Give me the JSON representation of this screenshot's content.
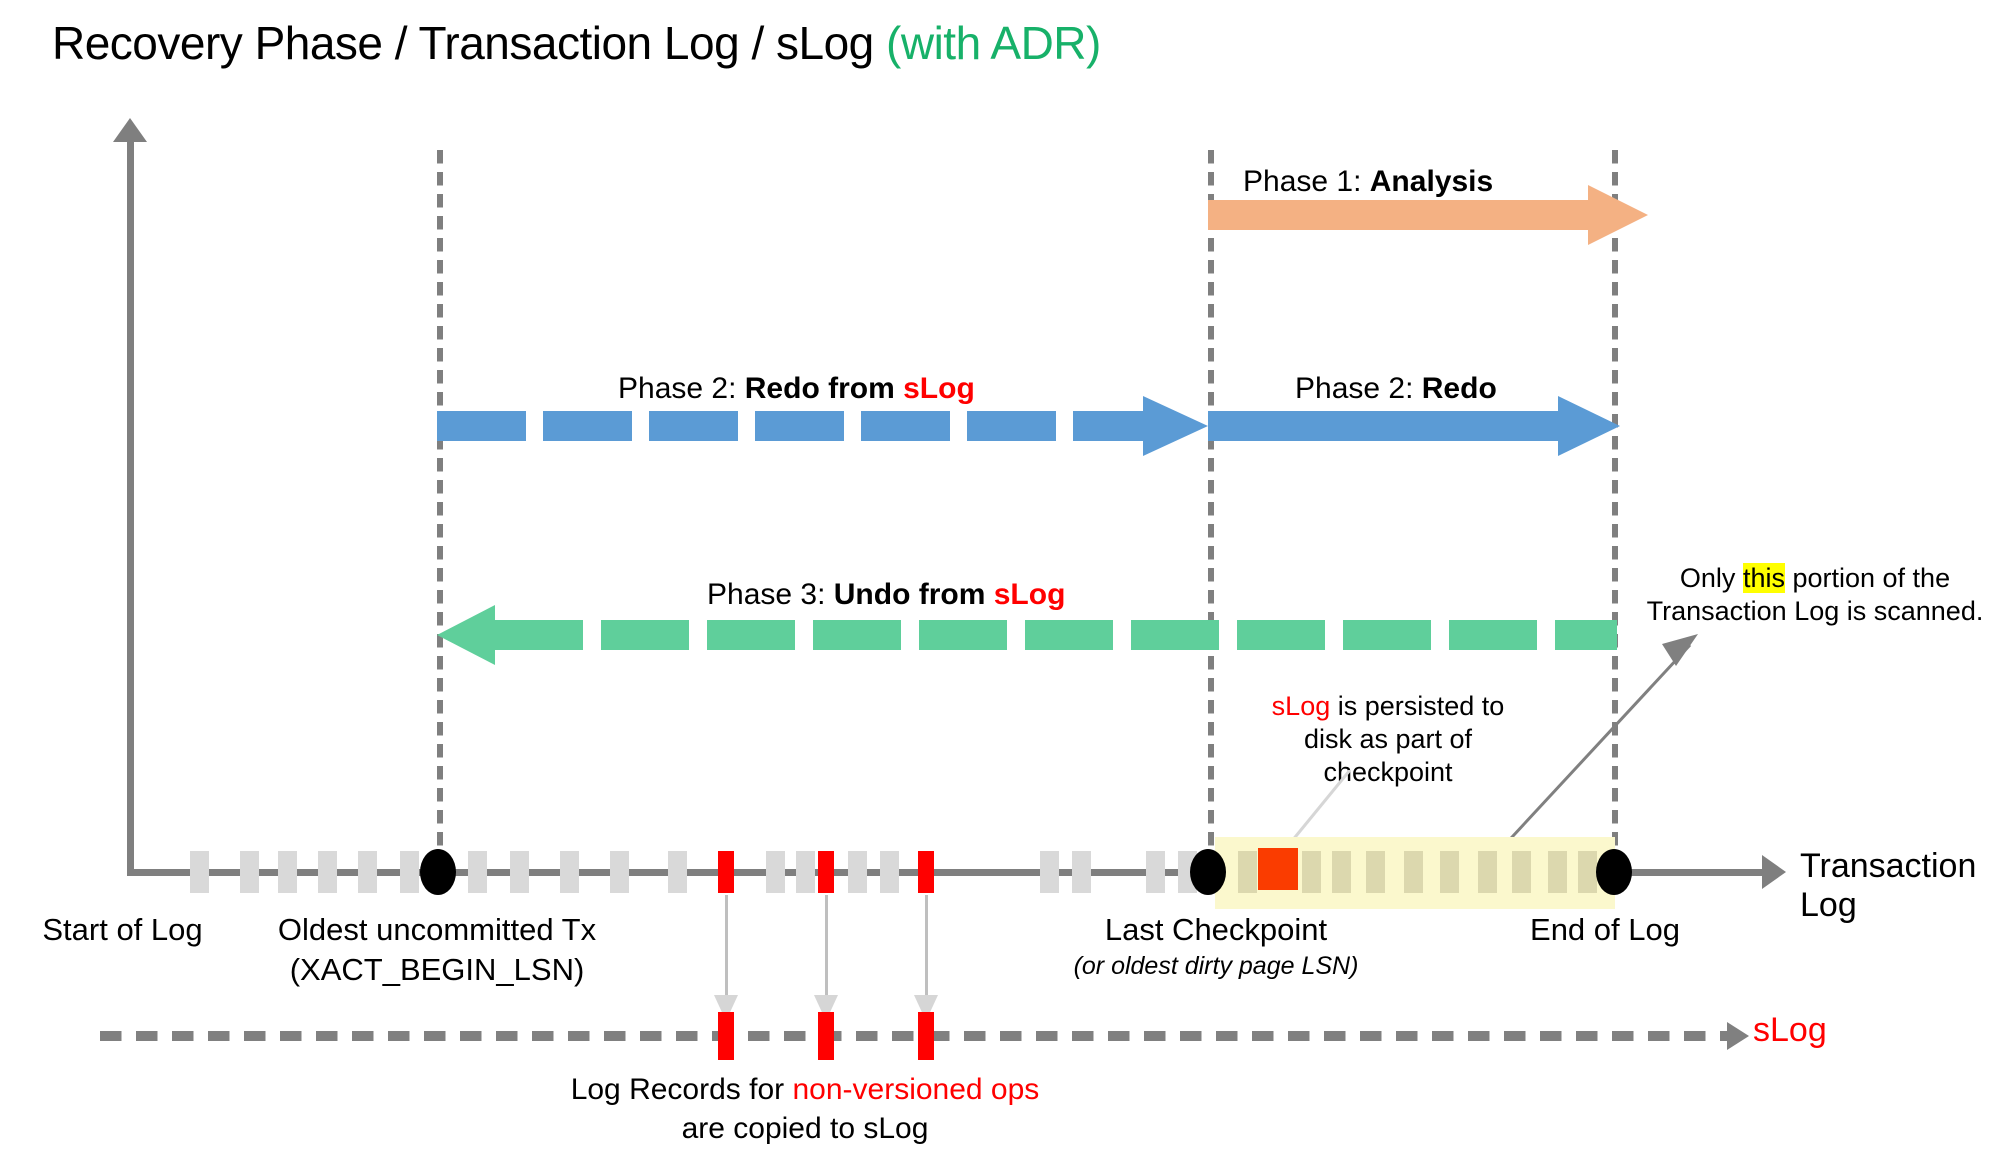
{
  "title": {
    "main": "Recovery Phase / Transaction Log / sLog ",
    "suffix": "(with ADR)",
    "suffix_color": "#17b169"
  },
  "phases": [
    {
      "id": "analysis",
      "prefix": "Phase 1: ",
      "name": "Analysis",
      "color": "#f4b183",
      "style": "solid",
      "direction": "right",
      "from": "Last Checkpoint",
      "to": "End of Log"
    },
    {
      "id": "redo-from-slog",
      "prefix": "Phase 2: ",
      "name": "Redo from ",
      "name_accent": "sLog",
      "color": "#5b9bd5",
      "style": "dashed",
      "direction": "right",
      "from": "Oldest uncommitted Tx",
      "to": "Last Checkpoint"
    },
    {
      "id": "redo",
      "prefix": "Phase 2: ",
      "name": "Redo",
      "color": "#5b9bd5",
      "style": "solid",
      "direction": "right",
      "from": "Last Checkpoint",
      "to": "End of Log"
    },
    {
      "id": "undo-from-slog",
      "prefix": "Phase 3: ",
      "name": "Undo from ",
      "name_accent": "sLog",
      "color": "#5fcf9b",
      "style": "dashed",
      "direction": "left",
      "from": "End of Log",
      "to": "Oldest uncommitted Tx"
    }
  ],
  "timeline": {
    "axis_label": "Transaction Log",
    "markers": [
      {
        "id": "start-of-log",
        "label": "Start of Log",
        "sub": ""
      },
      {
        "id": "oldest-tx",
        "label": "Oldest uncommitted Tx",
        "sub": "(XACT_BEGIN_LSN)"
      },
      {
        "id": "last-checkpoint",
        "label": "Last Checkpoint",
        "sub": "(or oldest dirty page LSN)"
      },
      {
        "id": "end-of-log",
        "label": "End of Log",
        "sub": ""
      }
    ]
  },
  "slog": {
    "axis_label": "sLog",
    "axis_label_color": "#ff0000",
    "caption_line1_a": "Log Records for ",
    "caption_line1_b": "non-versioned ops",
    "caption_line2": "are copied to sLog"
  },
  "callouts": {
    "checkpoint_persist": {
      "accent": "sLog",
      "rest_line1": " is persisted to",
      "line2": "disk as part of",
      "line3": "checkpoint"
    },
    "scan_portion": {
      "line1_a": "Only ",
      "line1_hl": "this",
      "line1_b": " portion of the",
      "line2": "Transaction Log is scanned."
    }
  },
  "colors": {
    "analysis": "#f4b183",
    "redo": "#5b9bd5",
    "undo": "#5fcf9b",
    "record": "#d9d9d9",
    "record_accent": "#ff0000",
    "axis": "#7f7f7f",
    "highlight_band": "#fbf8cd",
    "highlight_text": "#ffff00"
  }
}
